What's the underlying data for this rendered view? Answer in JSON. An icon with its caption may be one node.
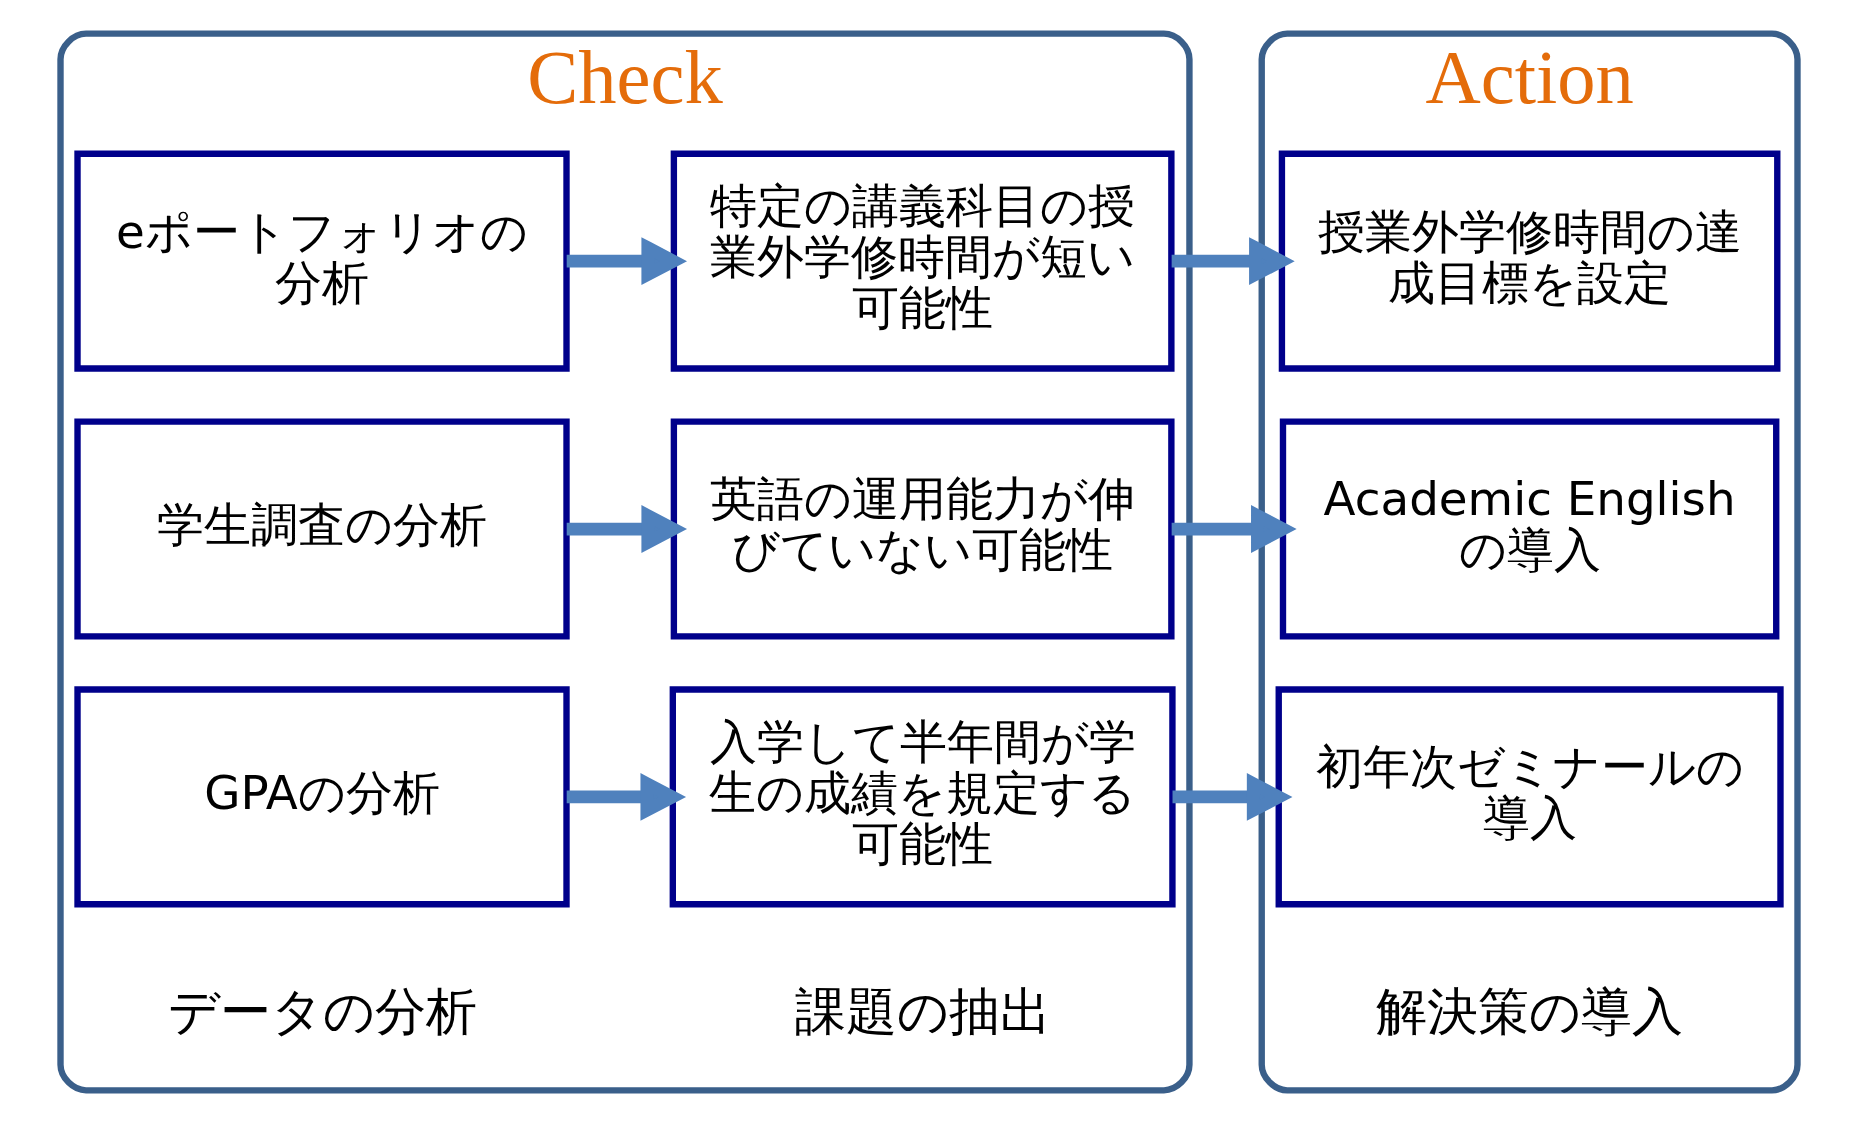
{
  "diagram": {
    "nodes": [
      {
        "text": [
          "Check"
        ]
      },
      {
        "text": [
          "GPAの分析"
        ],
        "in": 0
      },
      {
        "text": [
          "入学して半年間が学生の成績を規定する可能性"
        ],
        "in": 0
      },
      {
        "text": [
          "学生調査の分析"
        ],
        "in": 0
      },
      {
        "text": [
          "英語の運用能力が伸びていない可能性"
        ],
        "in": 0
      },
      {
        "text": [
          "eポートフォリオの分析"
        ],
        "in": 0
      },
      {
        "text": [
          "特定の講義科目の授業外学修時間が短い可能性"
        ],
        "in": 0
      },
      {
        "text": [
          "Action"
        ]
      },
      {
        "text": [
          "初年次ゼミナールの導入"
        ],
        "in": 7
      },
      {
        "text": [
          "Academic English の導入"
        ],
        "in": 7
      },
      {
        "text": [
          "授業外学修時間の達成目標を設定"
        ],
        "in": 7
      }
    ],
    "edges": [
      {
        "from": 1,
        "to": 2,
        "arrow": "to"
      },
      {
        "from": 2,
        "to": 8,
        "arrow": "to"
      },
      {
        "from": 3,
        "to": 4,
        "arrow": "to"
      },
      {
        "from": 4,
        "to": 9,
        "arrow": "to"
      },
      {
        "from": 5,
        "to": 6,
        "arrow": "to"
      },
      {
        "from": 6,
        "to": 10,
        "arrow": "to"
      }
    ],
    "labels": [
      "データの分析",
      "課題の抽出",
      "解決策の導入"
    ]
  }
}
